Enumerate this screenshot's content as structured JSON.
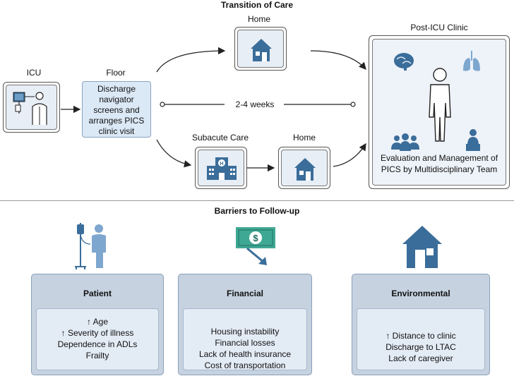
{
  "transition": {
    "title": "Transition of Care",
    "icu_label": "ICU",
    "floor_label": "Floor",
    "floor_text": [
      "Discharge",
      "navigator",
      "screens and",
      "arranges PICS",
      "clinic visit"
    ],
    "home_top_label": "Home",
    "subacute_label": "Subacute Care",
    "home_bottom_label": "Home",
    "duration": "2-4 weeks",
    "clinic_label": "Post-ICU Clinic",
    "clinic_caption": [
      "Evaluation and Management of",
      "PICS by Multidisciplinary Team"
    ]
  },
  "barriers": {
    "title": "Barriers to Follow-up",
    "categories": [
      {
        "name": "Patient",
        "items": [
          "↑ Age",
          "↑ Severity of illness",
          "Dependence in ADLs",
          "Frailty"
        ]
      },
      {
        "name": "Financial",
        "items": [
          "Housing instability",
          "Financial losses",
          "Lack of health insurance",
          "Cost of transportation"
        ]
      },
      {
        "name": "Environmental",
        "items": [
          "↑ Distance to clinic",
          "Discharge to LTAC",
          "Lack of caregiver"
        ]
      }
    ]
  },
  "colors": {
    "icon_blue": "#3a6d9a",
    "light_blue": "#dbe8f5",
    "barrier_header": "#c6d2e0",
    "barrier_body": "#e3ebf5"
  }
}
